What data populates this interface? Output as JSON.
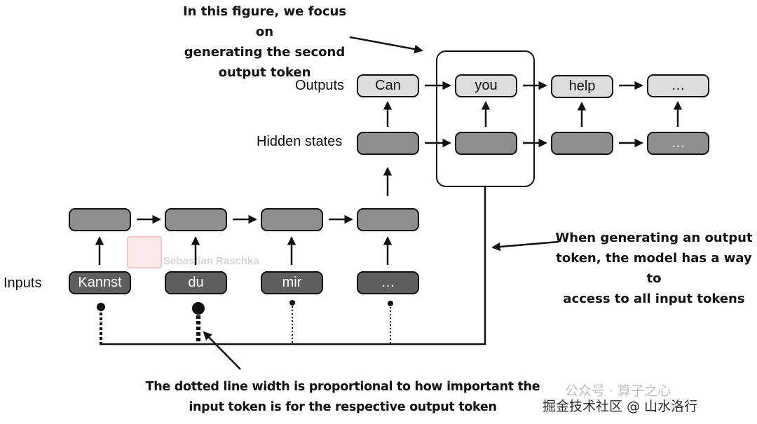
{
  "labels": {
    "outputs": "Outputs",
    "hidden_states": "Hidden states",
    "inputs": "Inputs"
  },
  "input_tokens": [
    "Kannst",
    "du",
    "mir",
    "…"
  ],
  "output_tokens": [
    "Can",
    "you",
    "help",
    "…"
  ],
  "hidden_top_last": "…",
  "annotations": {
    "focus_line1": "In this figure, we focus on",
    "focus_line2": "generating the second",
    "focus_line3": "output token",
    "access_line1": "When generating an output",
    "access_line2": "token, the model has a way to",
    "access_line3": "access to all input tokens",
    "dotted_line1": "The dotted line width is proportional to how important the",
    "dotted_line2": "input token is for the respective output token"
  },
  "watermarks": {
    "author": "Sebastian Raschka",
    "wechat": "公众号 · 算子之心",
    "site": "掘金技术社区 @ 山水洛行"
  },
  "colors": {
    "output_box": "#dcdcdc",
    "hidden_box": "#8f8f8f",
    "input_box": "#5e5e5e"
  }
}
